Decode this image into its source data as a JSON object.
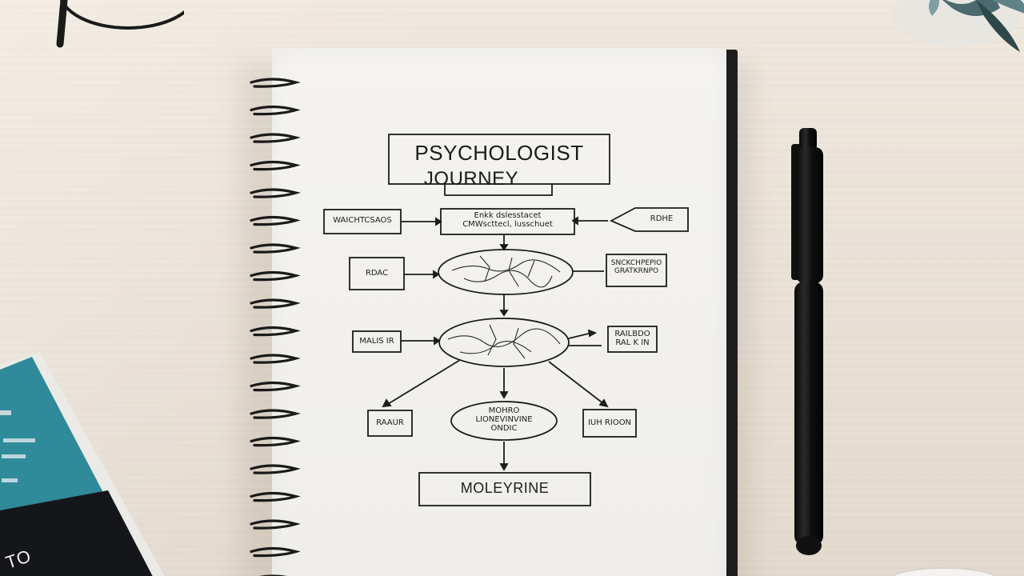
{
  "diagram": {
    "title_line1": "PSYCHOLOGIST",
    "title_line2": "JOURNEY",
    "top_left_box": "WAICHTCSAOS",
    "top_center_box": "Enkk dslesstacet\nCMWscttecl, lusschuet",
    "top_right_box": "RDHE",
    "mid_left_box": "RDAC",
    "mid_right_box": "SNCKCHPEPIO\nGRATKRNPO",
    "lower_left_box": "MALIS IR",
    "lower_right_box": "RAILBDO\nRAL K IN",
    "bottom_left_box": "RAAUR",
    "bottom_center_ellipse": "MOHRO\nLIONEVINVINE\nONDIC",
    "bottom_right_box": "IUH RIOON",
    "final_box": "MOLEYRINE"
  },
  "book": {
    "cover_text": "TO",
    "colors": {
      "teal": "#2f8a9a",
      "dark": "#14161a"
    }
  },
  "colors": {
    "desk": "#ece4d9",
    "page": "#f4f3f0",
    "ink": "#1c1c1c"
  }
}
